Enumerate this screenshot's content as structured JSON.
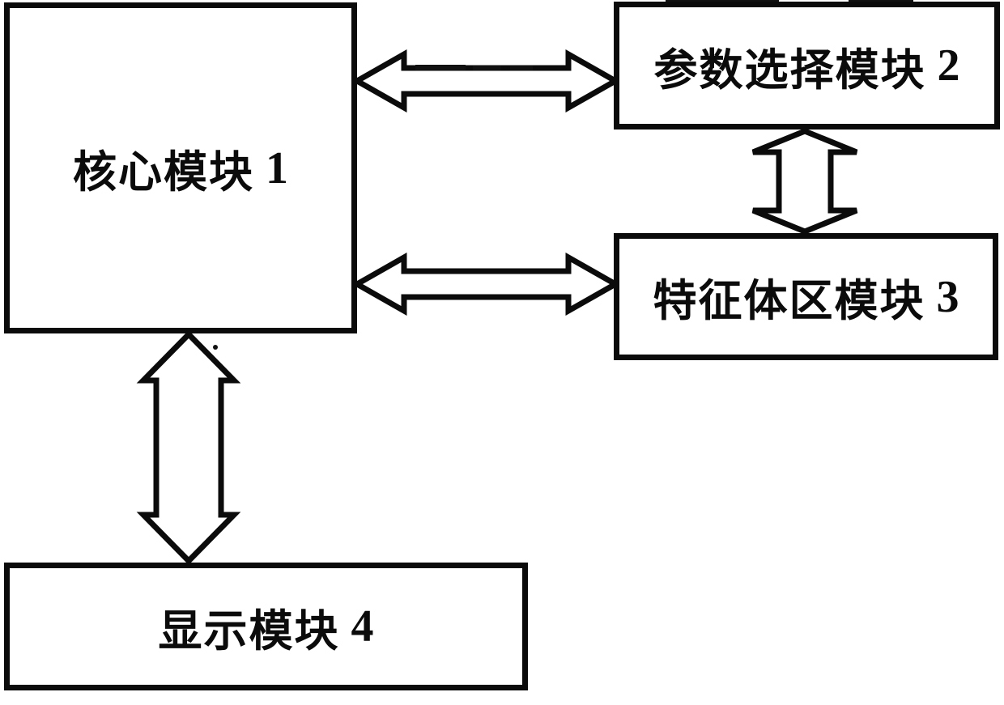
{
  "figure": {
    "background": "#ffffff",
    "line_color": "#0b0b0b",
    "boxes": [
      {
        "id": "core-module",
        "label": "核心模块",
        "number": "1"
      },
      {
        "id": "parameter-selection-module",
        "label": "参数选择模块",
        "number": "2"
      },
      {
        "id": "feature-body-region-module",
        "label": "特征体区模块",
        "number": "3"
      },
      {
        "id": "display-module",
        "label": "显示模块",
        "number": "4"
      }
    ],
    "connections": [
      {
        "from": "核心模块 1",
        "to": "参数选择模块 2",
        "type": "double-headed-arrow",
        "orientation": "horizontal"
      },
      {
        "from": "核心模块 1",
        "to": "特征体区模块 3",
        "type": "double-headed-arrow",
        "orientation": "horizontal"
      },
      {
        "from": "参数选择模块 2",
        "to": "特征体区模块 3",
        "type": "double-headed-arrow",
        "orientation": "vertical"
      },
      {
        "from": "核心模块 1",
        "to": "显示模块 4",
        "type": "double-headed-arrow",
        "orientation": "vertical"
      }
    ]
  }
}
